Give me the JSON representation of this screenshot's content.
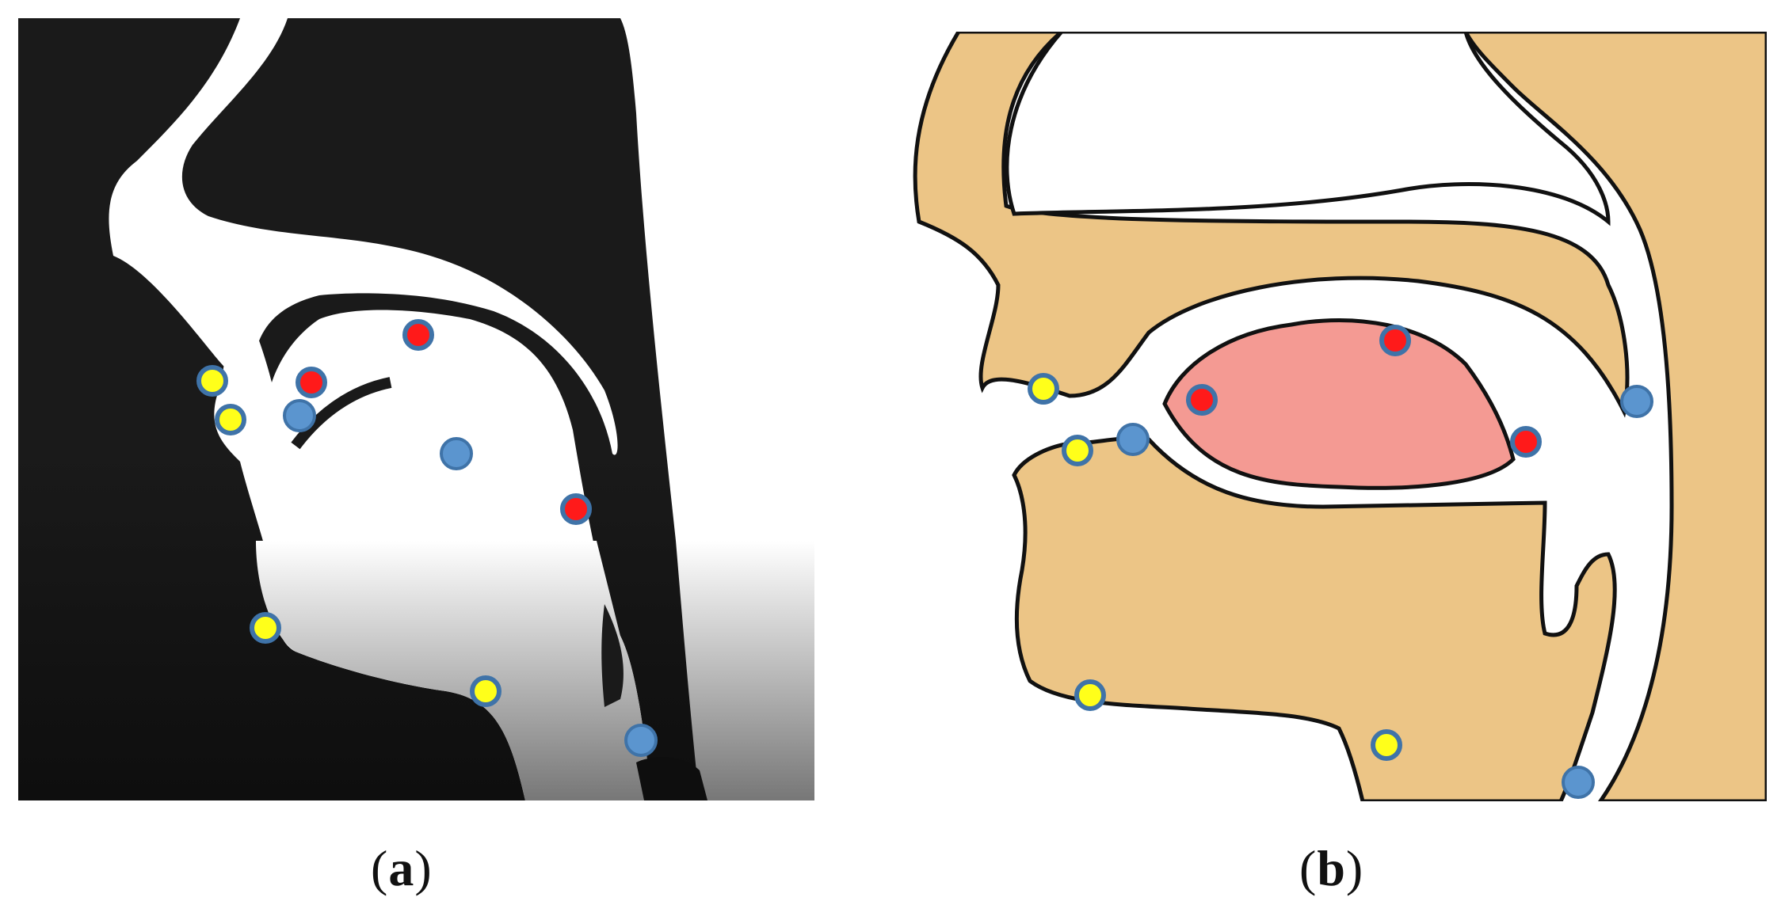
{
  "panels": [
    {
      "id": "a",
      "caption": "a",
      "colors": {
        "background": "#1a1a1a",
        "airway": "#ffffff",
        "gradient_bottom": "#6a6a6a"
      }
    },
    {
      "id": "b",
      "caption": "b",
      "colors": {
        "tissue": "#ecc586",
        "tongue": "#f49a93",
        "outline": "#111111",
        "airway": "#ffffff"
      }
    }
  ],
  "legend_colors": {
    "red": "#ff1a1a",
    "yellow": "#ffff1a",
    "blue": "#5b95cf",
    "ring": "#3f73a8"
  }
}
